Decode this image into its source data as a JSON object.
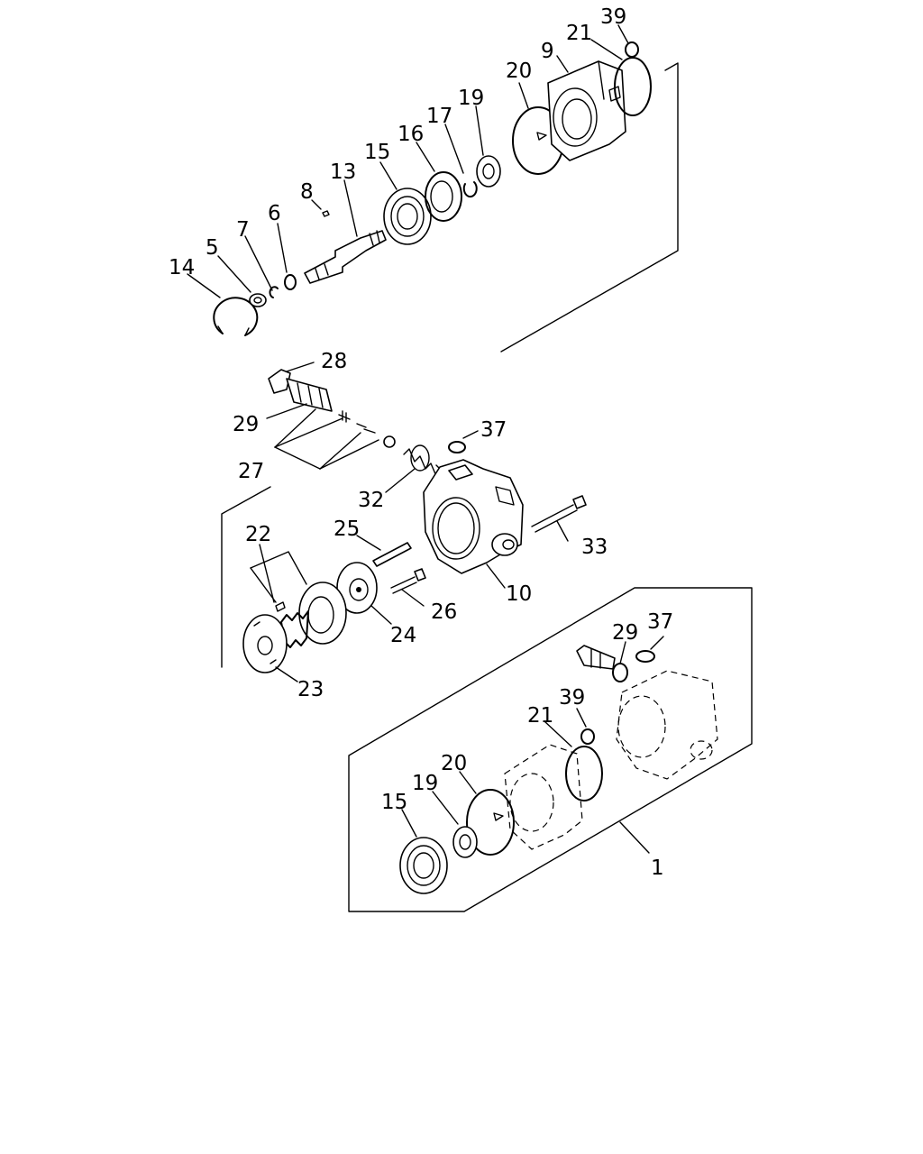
{
  "labels": {
    "l39a": "39",
    "l21a": "21",
    "l9": "9",
    "l20a": "20",
    "l19a": "19",
    "l17": "17",
    "l16": "16",
    "l15a": "15",
    "l13": "13",
    "l8": "8",
    "l6": "6",
    "l7": "7",
    "l5": "5",
    "l14": "14",
    "l28": "28",
    "l29a": "29",
    "l27": "27",
    "l37a": "37",
    "l32": "32",
    "l33": "33",
    "l25": "25",
    "l22": "22",
    "l10": "10",
    "l26": "26",
    "l24": "24",
    "l23": "23",
    "l29b": "29",
    "l37b": "37",
    "l39b": "39",
    "l21b": "21",
    "l20b": "20",
    "l19b": "19",
    "l15b": "15",
    "l1": "1"
  }
}
